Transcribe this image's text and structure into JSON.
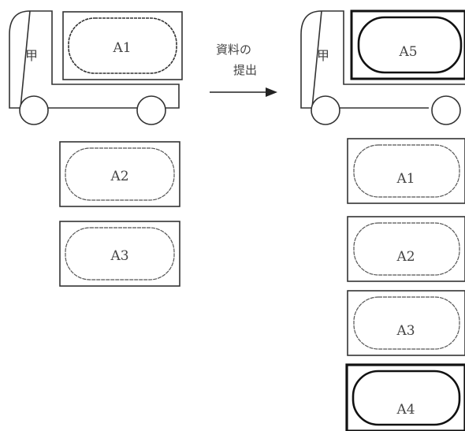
{
  "left": {
    "truck_owner": "甲",
    "truck_container": "A1",
    "containers": [
      "A2",
      "A3"
    ]
  },
  "arrow": {
    "line1": "資料の",
    "line2": "提出"
  },
  "right": {
    "truck_owner": "甲",
    "truck_container": "A5",
    "containers": [
      "A1",
      "A2",
      "A3",
      "A4"
    ]
  }
}
